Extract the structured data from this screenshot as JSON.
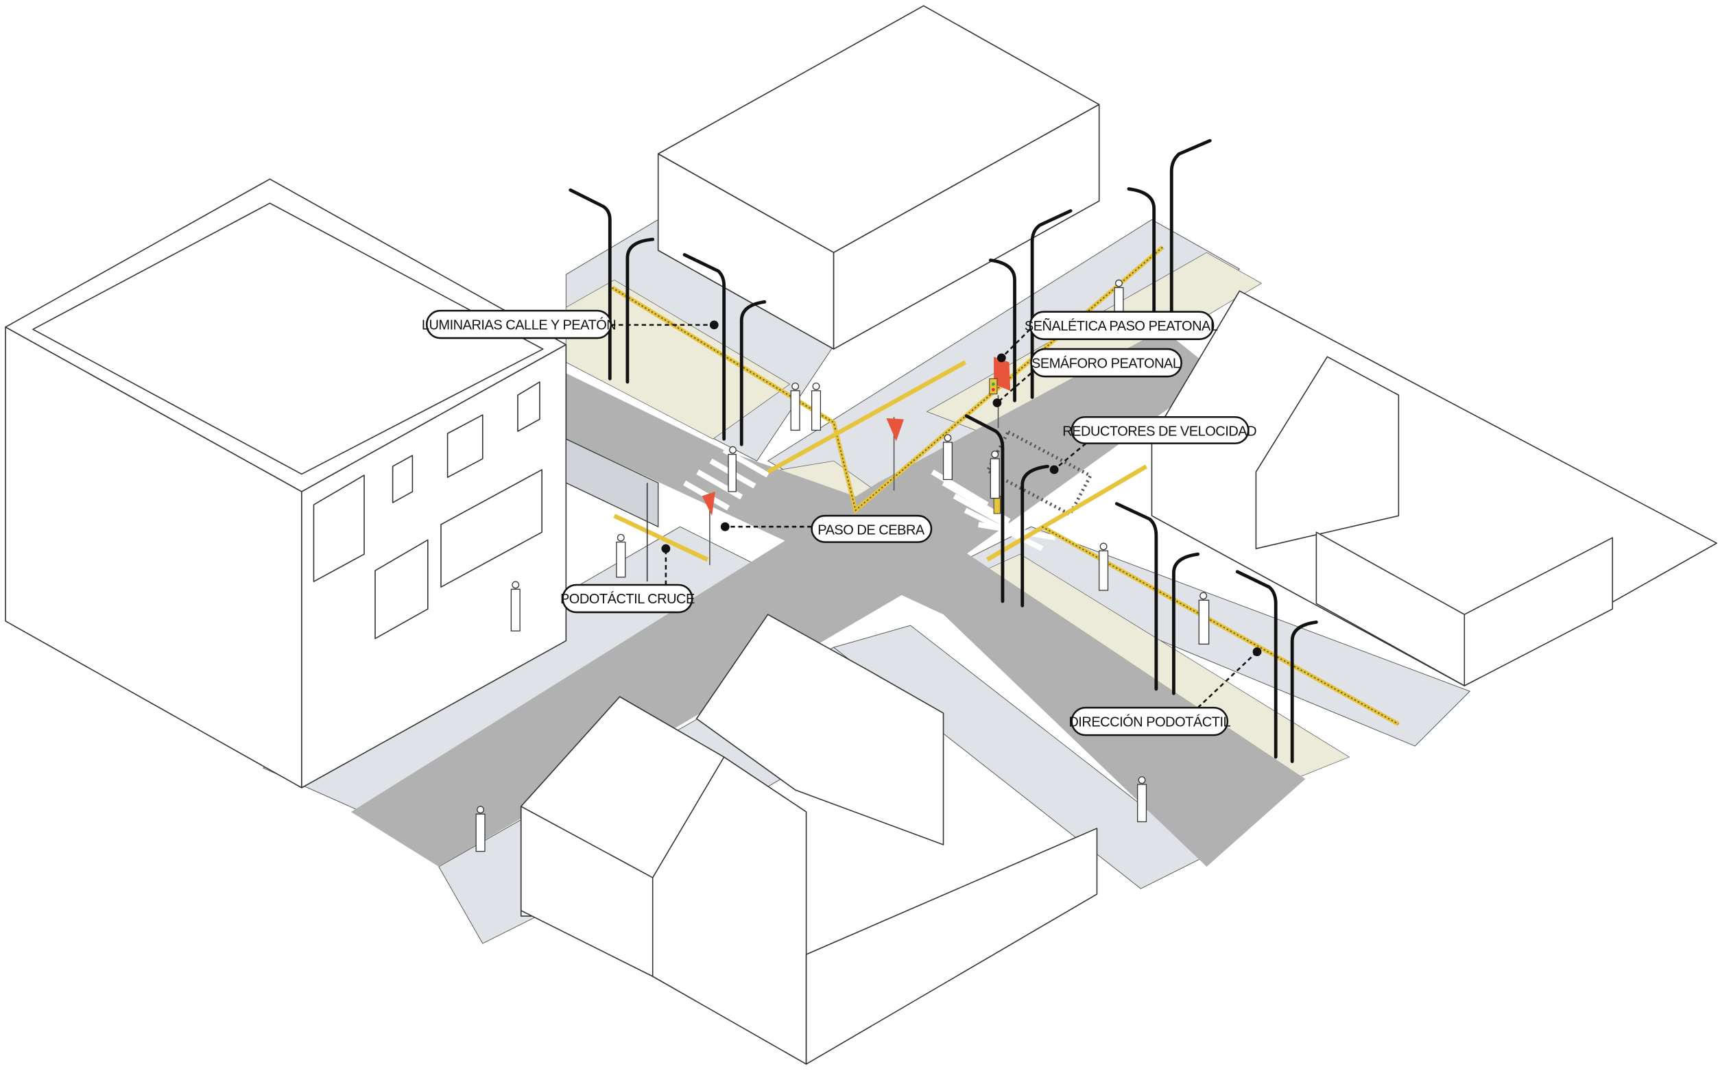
{
  "diagram": {
    "title": "Intersección peatonal isométrica",
    "labels": {
      "luminarias": "LUMINARIAS CALLE Y PEATÓN",
      "senaletica": "SEÑALÉTICA PASO PEATONAL",
      "semaforo": "SEMÁFORO PEATONAL",
      "reductores": "REDUCTORES DE VELOCIDAD",
      "paso_cebra": "PASO DE CEBRA",
      "podotactil_cruce": "PODOTÁCTIL CRUCE",
      "direccion_podotactil": "DIRECCIÓN PODOTÁCTIL"
    },
    "colors": {
      "road": "#b1b1b1",
      "sidewalk": "#dfe2e6",
      "green_strip": "#ecebd9",
      "tactile": "#e6c43c",
      "sign": "#e8553a"
    }
  }
}
